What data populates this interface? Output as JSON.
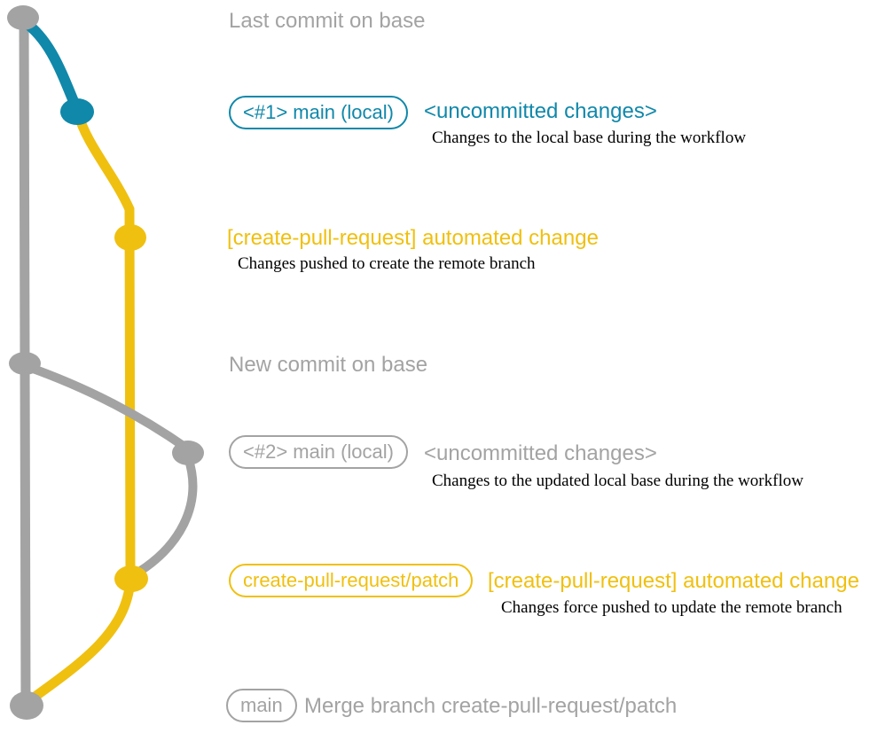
{
  "colors": {
    "teal": "#1088aa",
    "yellow": "#f0c010",
    "gray": "#a3a3a3",
    "ink": "#000000"
  },
  "events": {
    "last_commit": {
      "title": "Last commit on base"
    },
    "local1": {
      "badge": "<#1> main (local)",
      "heading": "<uncommitted changes>",
      "description": "Changes to the local base during the workflow"
    },
    "push1": {
      "heading": "[create-pull-request] automated change",
      "description": "Changes pushed to create the remote branch"
    },
    "new_commit": {
      "title": "New commit on base"
    },
    "local2": {
      "badge": "<#2> main (local)",
      "heading": "<uncommitted changes>",
      "description": "Changes to the updated local base during the workflow"
    },
    "push2": {
      "badge": "create-pull-request/patch",
      "heading": "[create-pull-request] automated change",
      "description": "Changes force pushed to update the remote branch"
    },
    "merge": {
      "badge": "main",
      "title": "Merge branch create-pull-request/patch"
    }
  }
}
